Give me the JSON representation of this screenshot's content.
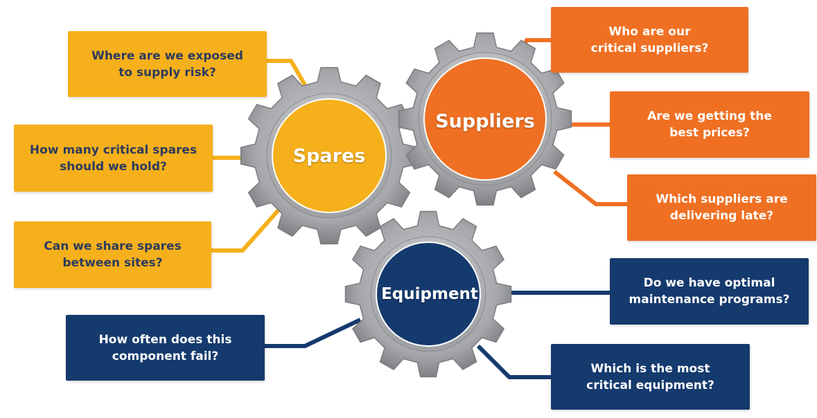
{
  "colors": {
    "spares": "#f5b01b",
    "suppliers": "#ef7023",
    "equipment": "#153a6e",
    "gear_metal": "#8e9093"
  },
  "gears": {
    "spares": "Spares",
    "suppliers": "Suppliers",
    "equipment": "Equipment"
  },
  "questions": {
    "spares": [
      "Where are we exposed\nto supply risk?",
      "How many critical spares\nshould we hold?",
      "Can we share spares\nbetween sites?"
    ],
    "suppliers": [
      "Who are our\ncritical suppliers?",
      "Are we getting the\nbest prices?",
      "Which suppliers are\ndelivering late?"
    ],
    "equipment": [
      "Do we have optimal\nmaintenance programs?",
      "How often does this\ncomponent fail?",
      "Which is the most\ncritical equipment?"
    ]
  }
}
